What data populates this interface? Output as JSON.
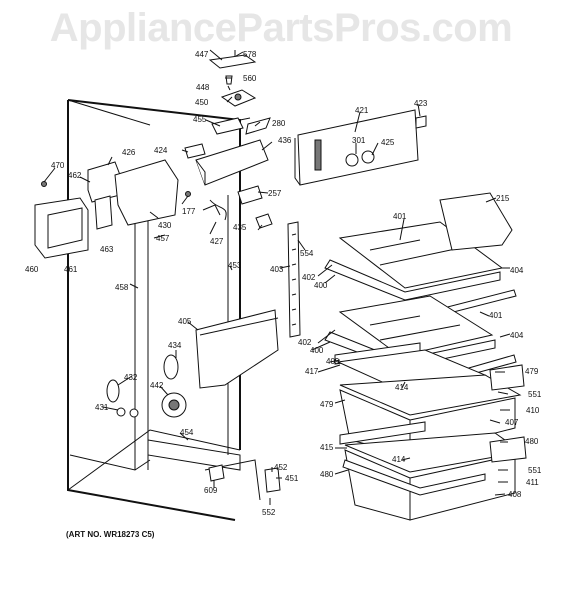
{
  "watermark": "AppliancePartsPros.com",
  "caption": "(ART NO. WR18273 C5)",
  "part_numbers": [
    "447",
    "578",
    "560",
    "448",
    "450",
    "455",
    "280",
    "421",
    "423",
    "424",
    "436",
    "301",
    "425",
    "470",
    "426",
    "462",
    "257",
    "215",
    "177",
    "430",
    "401",
    "460",
    "461",
    "463",
    "457",
    "427",
    "435",
    "554",
    "458",
    "453",
    "403",
    "402",
    "400",
    "404",
    "405",
    "434",
    "417",
    "409",
    "479",
    "432",
    "442",
    "414",
    "551",
    "431",
    "410",
    "407",
    "454",
    "415",
    "480",
    "609",
    "452",
    "451",
    "411",
    "408",
    "552"
  ]
}
